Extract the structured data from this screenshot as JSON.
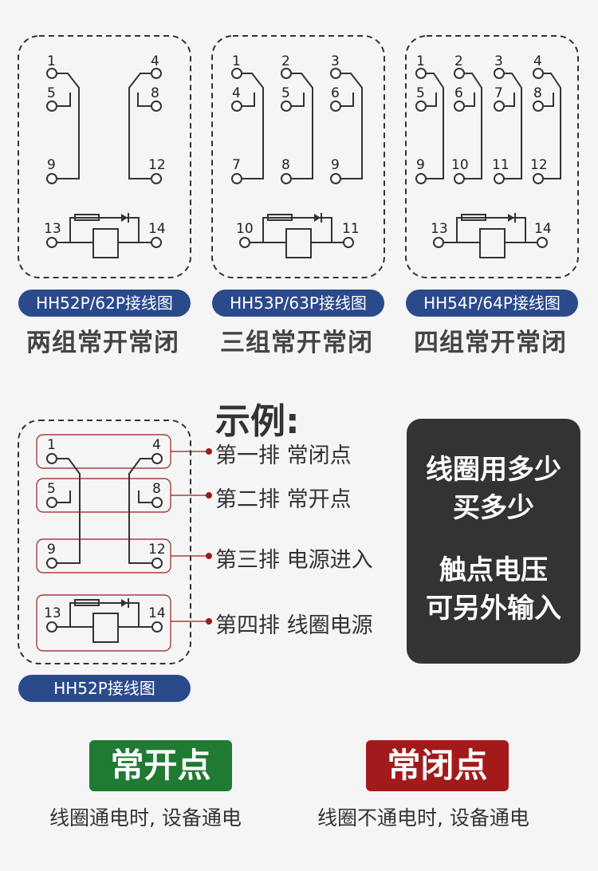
{
  "diagrams": [
    {
      "caption": "HH52P/62P接线图",
      "subtitle": "两组常开常闭",
      "pins": {
        "nc": [
          "1",
          "4"
        ],
        "no": [
          "5",
          "8"
        ],
        "com": [
          "9",
          "12"
        ],
        "coil": [
          "13",
          "14"
        ]
      }
    },
    {
      "caption": "HH53P/63P接线图",
      "subtitle": "三组常开常闭",
      "pins": {
        "nc": [
          "1",
          "2",
          "3"
        ],
        "no": [
          "4",
          "5",
          "6"
        ],
        "com": [
          "7",
          "8",
          "9"
        ],
        "coil": [
          "10",
          "11"
        ]
      }
    },
    {
      "caption": "HH54P/64P接线图",
      "subtitle": "四组常开常闭",
      "pins": {
        "nc": [
          "1",
          "2",
          "3",
          "4"
        ],
        "no": [
          "5",
          "6",
          "7",
          "8"
        ],
        "com": [
          "9",
          "10",
          "11",
          "12"
        ],
        "coil": [
          "13",
          "14"
        ]
      }
    }
  ],
  "example": {
    "title": "示例:",
    "caption": "HH52P接线图",
    "pins": {
      "nc": [
        "1",
        "4"
      ],
      "no": [
        "5",
        "8"
      ],
      "com": [
        "9",
        "12"
      ],
      "coil": [
        "13",
        "14"
      ]
    },
    "rows": [
      "第一排 常闭点",
      "第二排 常开点",
      "第三排 电源进入",
      "第四排 线圈电源"
    ]
  },
  "note": {
    "line1": "线圈用多少",
    "line2": "买多少",
    "line3": "触点电压",
    "line4": "可另外输入"
  },
  "badges": [
    {
      "label": "常开点",
      "desc": "线圈通电时, 设备通电",
      "color": "#1f7a32"
    },
    {
      "label": "常闭点",
      "desc": "线圈不通电时, 设备通电",
      "color": "#a31a1a"
    }
  ],
  "colors": {
    "accent_blue": "#2a4a8c",
    "row_red": "#9b1b1b",
    "dark_box": "#333333"
  }
}
